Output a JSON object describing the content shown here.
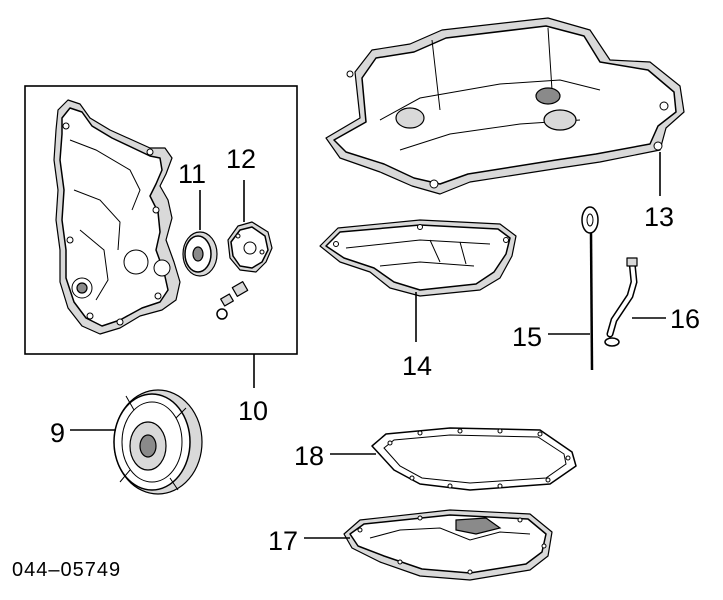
{
  "diagram": {
    "callouts": {
      "c9": "9",
      "c10": "10",
      "c11": "11",
      "c12": "12",
      "c13": "13",
      "c14": "14",
      "c15": "15",
      "c16": "16",
      "c17": "17",
      "c18": "18"
    },
    "code": "044–05749"
  }
}
